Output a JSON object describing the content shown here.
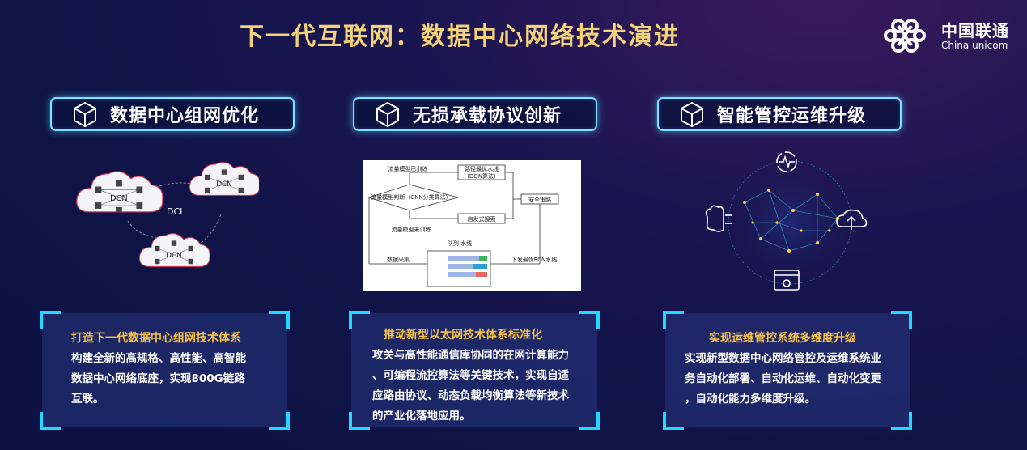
{
  "header": {
    "title": "下一代互联网：数据中心网络技术演进",
    "logo_cn": "中国联通",
    "logo_en": "China unicom"
  },
  "columns": [
    {
      "heading": "数据中心组网优化",
      "card_title": "打造下一代数据中心组网技术体系",
      "card_lines": [
        "构建全新的高规格、高性能、高智能",
        "数据中心网络底座，实现800G链路",
        "互联。"
      ]
    },
    {
      "heading": "无损承载协议创新",
      "card_title": "推动新型以太网技术体系标准化",
      "card_lines": [
        "攻关与高性能通信库协同的在网计算能力",
        "、可编程流控算法等关键技术，实现自适",
        "应路由协议、动态负载均衡算法等新技术",
        "的产业化落地应用。"
      ]
    },
    {
      "heading": "智能管控运维升级",
      "card_title": "实现运维管控系统多维度升级",
      "card_lines": [
        "实现新型数据中心网络管控及运维系统业",
        "务自动化部署、自动化运维、自动化变更",
        "，自动化能力多维度升级。"
      ]
    }
  ],
  "dcn_diagram": {
    "cloud_label": "DCN",
    "link_label": "DCI"
  },
  "flow_diagram": {
    "labels": {
      "traffic_model": "流量模型已训练",
      "route_opt": "路径最优水线",
      "dqn": "(DQN算法)",
      "classify": "流量模型判断（CNN分类算法）",
      "safety": "安全策略",
      "heuristic": "启发式搜索",
      "untrained": "流量模型未训练",
      "collect": "数据采集",
      "issue": "下发最优ECN水线",
      "queue": "队列 水线"
    }
  },
  "colors": {
    "title": "#f3d27a",
    "accent_cyan": "#22d8ff",
    "card_title": "#f5c24a"
  }
}
